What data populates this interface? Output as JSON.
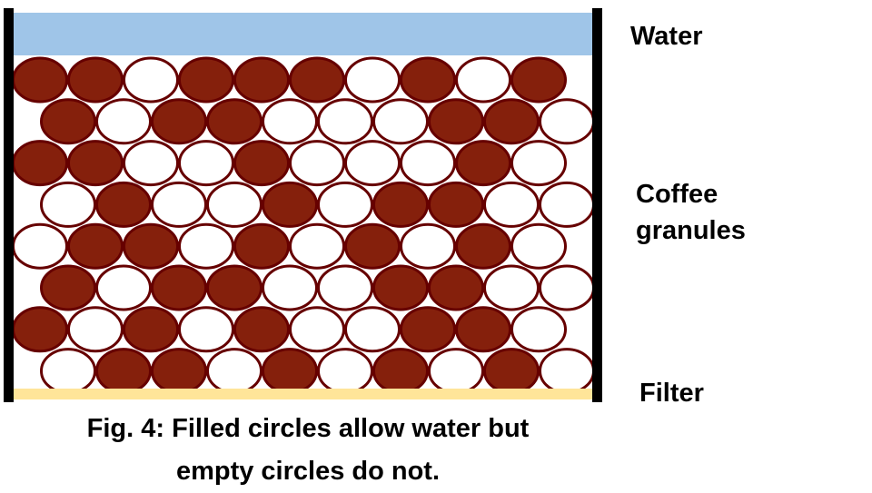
{
  "labels": {
    "water": "Water",
    "coffee_line1": "Coffee",
    "coffee_line2": "granules",
    "filter": "Filter"
  },
  "caption": {
    "line1": "Fig. 4: Filled circles allow water but",
    "line2": "empty circles do not."
  },
  "colors": {
    "water": "#9fc5e8",
    "filter": "#ffe599",
    "granule_fill": "#85200c",
    "granule_stroke": "#660000",
    "empty_fill": "#ffffff",
    "wall": "#000000"
  },
  "granule_rows": [
    [
      1,
      1,
      0,
      1,
      1,
      1,
      0,
      1,
      0,
      1
    ],
    [
      1,
      0,
      1,
      1,
      0,
      0,
      0,
      1,
      1,
      0
    ],
    [
      1,
      1,
      0,
      0,
      1,
      0,
      0,
      0,
      1,
      0
    ],
    [
      0,
      1,
      0,
      0,
      1,
      0,
      1,
      1,
      0,
      0
    ],
    [
      0,
      1,
      1,
      0,
      1,
      0,
      1,
      0,
      1,
      0
    ],
    [
      1,
      0,
      1,
      1,
      0,
      0,
      1,
      1,
      0,
      0
    ],
    [
      1,
      0,
      1,
      0,
      1,
      0,
      0,
      1,
      1,
      0
    ],
    [
      0,
      1,
      1,
      0,
      1,
      0,
      1,
      0,
      1,
      0
    ]
  ]
}
